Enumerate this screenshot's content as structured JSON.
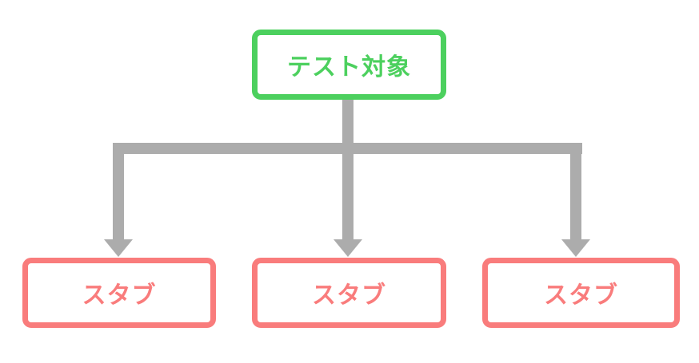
{
  "diagram": {
    "title": "test-target-stub-diagram",
    "target": {
      "label": "テスト対象"
    },
    "stubs": [
      {
        "label": "スタブ"
      },
      {
        "label": "スタブ"
      },
      {
        "label": "スタブ"
      }
    ],
    "connections": [
      {
        "from": "target",
        "to": "stub-1",
        "style": "arrow-down"
      },
      {
        "from": "target",
        "to": "stub-2",
        "style": "arrow-down"
      },
      {
        "from": "target",
        "to": "stub-3",
        "style": "arrow-down"
      }
    ]
  },
  "colors": {
    "target_border": "#4CD05E",
    "stub_border": "#F97C7C",
    "arrow": "#ACACAC",
    "background": "#FFFFFF"
  }
}
